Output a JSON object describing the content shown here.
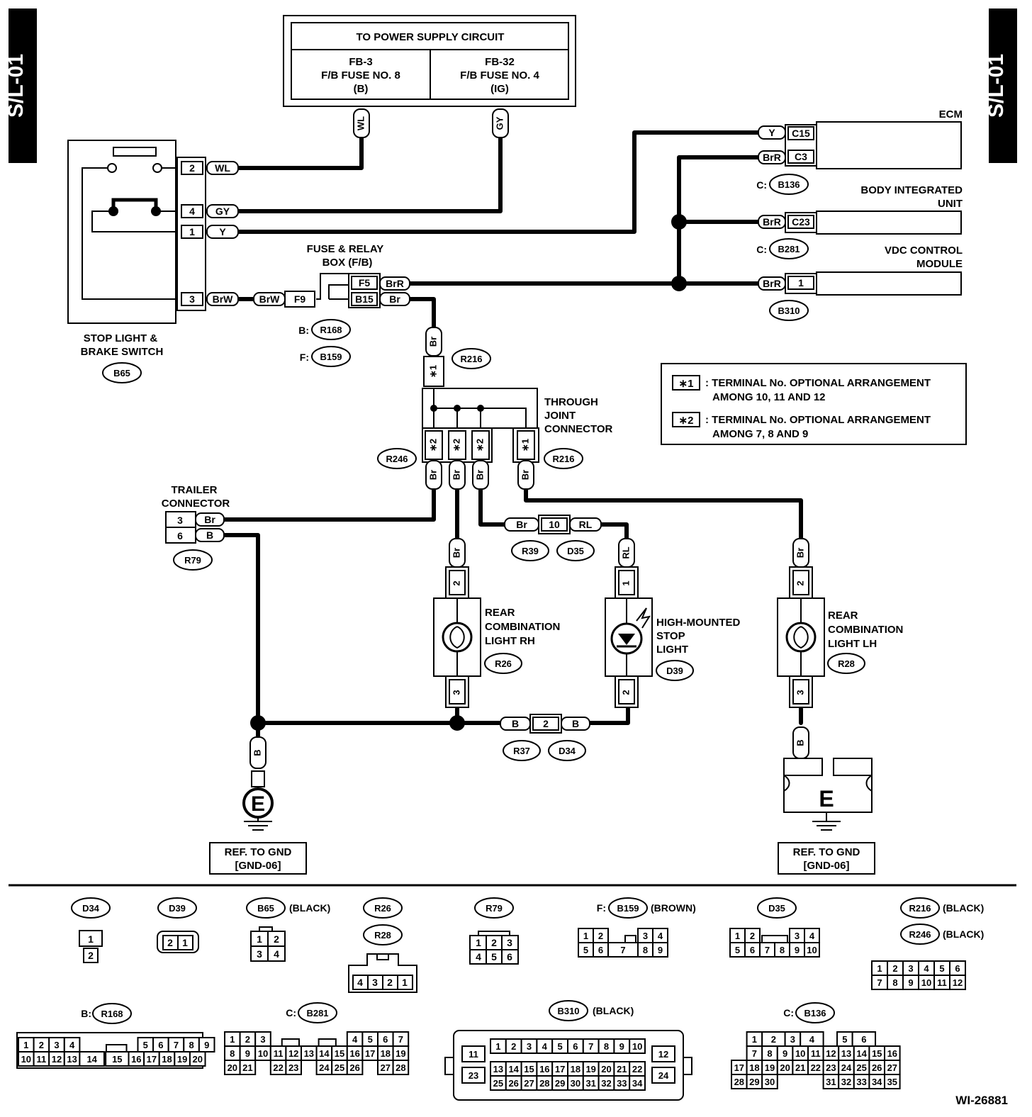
{
  "page": {
    "id": "S/L-01",
    "figure_id": "WI-26881"
  },
  "power": {
    "title": "TO POWER SUPPLY CIRCUIT",
    "left": {
      "l1": "FB-3",
      "l2": "F/B FUSE NO. 8",
      "l3": "(B)"
    },
    "right": {
      "l1": "FB-32",
      "l2": "F/B FUSE NO. 4",
      "l3": "(IG)"
    }
  },
  "wires": {
    "WL": "WL",
    "GY": "GY",
    "Y": "Y",
    "BrW": "BrW",
    "BrR": "BrR",
    "Br": "Br",
    "B": "B",
    "RL": "RL"
  },
  "switch": {
    "l1": "STOP LIGHT &",
    "l2": "BRAKE SWITCH",
    "conn": "B65",
    "pins": [
      "2",
      "4",
      "1",
      "3"
    ]
  },
  "fuse": {
    "l1": "FUSE & RELAY",
    "l2": "BOX (F/B)",
    "f9": "F9",
    "f5": "F5",
    "b15": "B15",
    "b_prefix": "B:",
    "b_conn": "R168",
    "f_prefix": "F:",
    "f_conn": "B159"
  },
  "ecm": {
    "name": "ECM",
    "c15": "C15",
    "c3": "C3",
    "prefix": "C:",
    "conn": "B136"
  },
  "biu": {
    "l1": "BODY INTEGRATED",
    "l2": "UNIT",
    "c23": "C23",
    "prefix": "C:",
    "conn": "B281"
  },
  "vdc": {
    "l1": "VDC CONTROL",
    "l2": "MODULE",
    "pin": "1",
    "conn": "B310"
  },
  "notes": {
    "n1_mark": "∗1",
    "n1_l1": ": TERMINAL No. OPTIONAL ARRANGEMENT",
    "n1_l2": "AMONG 10, 11 AND 12",
    "n2_mark": "∗2",
    "n2_l1": ": TERMINAL No. OPTIONAL ARRANGEMENT",
    "n2_l2": "AMONG 7, 8 AND 9"
  },
  "joint": {
    "l1": "THROUGH",
    "l2": "JOINT",
    "l3": "CONNECTOR",
    "s1": "∗1",
    "s2": "∗2",
    "conn_top": "R216",
    "conn_left": "R246",
    "conn_right": "R216"
  },
  "trailer": {
    "l1": "TRAILER",
    "l2": "CONNECTOR",
    "p3": "3",
    "p6": "6",
    "conn": "R79"
  },
  "rcl_rh": {
    "l1": "REAR",
    "l2": "COMBINATION",
    "l3": "LIGHT RH",
    "conn": "R26",
    "p2": "2",
    "p3": "3"
  },
  "hmsl": {
    "l1": "HIGH-MOUNTED",
    "l2": "STOP",
    "l3": "LIGHT",
    "conn": "D39",
    "p1": "1",
    "p2": "2"
  },
  "rcl_lh": {
    "l1": "REAR",
    "l2": "COMBINATION",
    "l3": "LIGHT LH",
    "conn": "R28",
    "p2": "2",
    "p3": "3"
  },
  "inline1": {
    "pin": "10",
    "c1": "R39",
    "c2": "D35"
  },
  "inline2": {
    "pin": "2",
    "c1": "R37",
    "c2": "D34"
  },
  "ground": {
    "letter": "E",
    "l1": "REF. TO GND",
    "l2": "[GND-06]"
  },
  "legend": {
    "d34": "D34",
    "d39": "D39",
    "b65": "B65",
    "black": "(BLACK)",
    "r26": "R26",
    "r28": "R28",
    "r79": "R79",
    "f_prefix": "F:",
    "b159": "B159",
    "brown": "(BROWN)",
    "d35": "D35",
    "r216": "R216",
    "r246": "R246",
    "b_prefix": "B:",
    "r168": "R168",
    "c_prefix": "C:",
    "b281": "B281",
    "b310": "B310",
    "b136": "B136"
  }
}
